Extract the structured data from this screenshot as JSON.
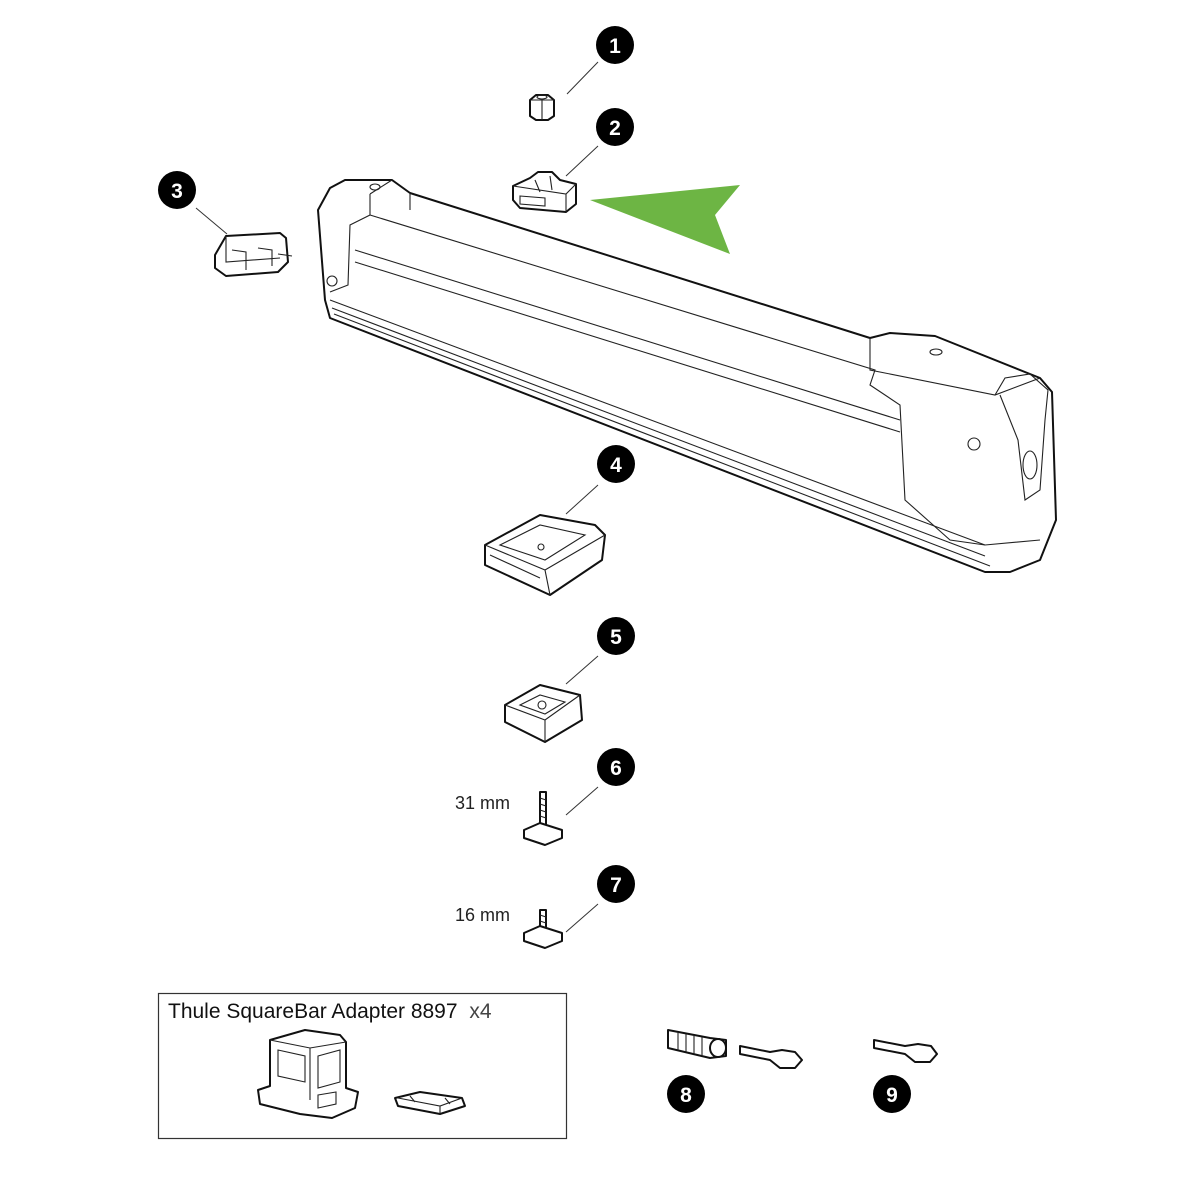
{
  "callouts": [
    "1",
    "2",
    "3",
    "4",
    "5",
    "6",
    "7",
    "8",
    "9"
  ],
  "dimensions": {
    "part6": "31 mm",
    "part7": "16 mm"
  },
  "adapter_box": {
    "title": "Thule SquareBar Adapter 8897",
    "quantity": "x4"
  },
  "colors": {
    "arrow": "#6db544",
    "badge": "#000000",
    "line": "#111111"
  },
  "icons": [
    "direction-arrow-icon"
  ]
}
